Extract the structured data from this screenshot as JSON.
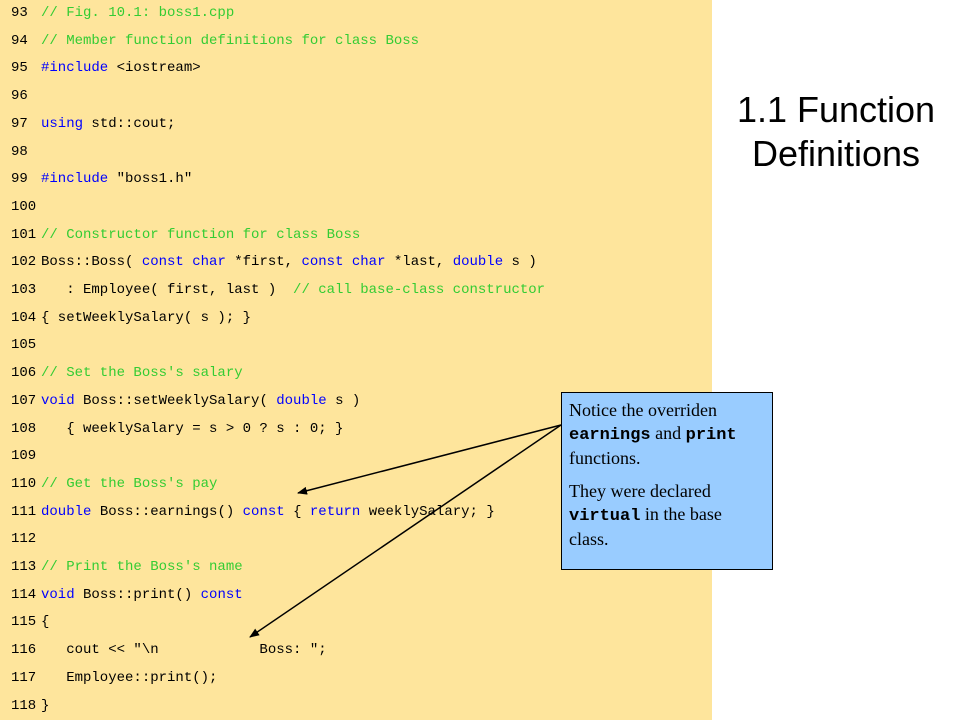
{
  "slide_title": {
    "line1": "1.1 Function",
    "line2": "Definitions"
  },
  "code_lines": [
    {
      "n": "93",
      "t": [
        {
          "s": "// Fig. 10.1: boss1.cpp",
          "c": "comment"
        }
      ]
    },
    {
      "n": "94",
      "t": [
        {
          "s": "// Member function definitions for class Boss",
          "c": "comment"
        }
      ]
    },
    {
      "n": "95",
      "t": [
        {
          "s": "#include",
          "c": "keyword"
        },
        {
          "s": " <iostream>",
          "c": "plain"
        }
      ]
    },
    {
      "n": "96",
      "t": []
    },
    {
      "n": "97",
      "t": [
        {
          "s": "using",
          "c": "keyword"
        },
        {
          "s": " std::cout;",
          "c": "plain"
        }
      ]
    },
    {
      "n": "98",
      "t": []
    },
    {
      "n": "99",
      "t": [
        {
          "s": "#include",
          "c": "keyword"
        },
        {
          "s": " \"boss1.h\"",
          "c": "plain"
        }
      ]
    },
    {
      "n": "100",
      "t": []
    },
    {
      "n": "101",
      "t": [
        {
          "s": "// Constructor function for class Boss",
          "c": "comment"
        }
      ]
    },
    {
      "n": "102",
      "t": [
        {
          "s": "Boss::Boss( ",
          "c": "plain"
        },
        {
          "s": "const char",
          "c": "keyword"
        },
        {
          "s": " *first, ",
          "c": "plain"
        },
        {
          "s": "const char",
          "c": "keyword"
        },
        {
          "s": " *last, ",
          "c": "plain"
        },
        {
          "s": "double",
          "c": "keyword"
        },
        {
          "s": " s )",
          "c": "plain"
        }
      ]
    },
    {
      "n": "103",
      "t": [
        {
          "s": "   : Employee( first, last )  ",
          "c": "plain"
        },
        {
          "s": "// call base-class constructor",
          "c": "comment"
        }
      ]
    },
    {
      "n": "104",
      "t": [
        {
          "s": "{ setWeeklySalary( s ); }",
          "c": "plain"
        }
      ]
    },
    {
      "n": "105",
      "t": []
    },
    {
      "n": "106",
      "t": [
        {
          "s": "// Set the Boss's salary",
          "c": "comment"
        }
      ]
    },
    {
      "n": "107",
      "t": [
        {
          "s": "void",
          "c": "keyword"
        },
        {
          "s": " Boss::setWeeklySalary( ",
          "c": "plain"
        },
        {
          "s": "double",
          "c": "keyword"
        },
        {
          "s": " s )",
          "c": "plain"
        }
      ]
    },
    {
      "n": "108",
      "t": [
        {
          "s": "   { weeklySalary = s > 0 ? s : 0; }",
          "c": "plain"
        }
      ]
    },
    {
      "n": "109",
      "t": []
    },
    {
      "n": "110",
      "t": [
        {
          "s": "// Get the Boss's pay",
          "c": "comment"
        }
      ]
    },
    {
      "n": "111",
      "t": [
        {
          "s": "double",
          "c": "keyword"
        },
        {
          "s": " Boss::earnings() ",
          "c": "plain"
        },
        {
          "s": "const",
          "c": "keyword"
        },
        {
          "s": " { ",
          "c": "plain"
        },
        {
          "s": "return",
          "c": "keyword"
        },
        {
          "s": " weeklySalary; }",
          "c": "plain"
        }
      ]
    },
    {
      "n": "112",
      "t": []
    },
    {
      "n": "113",
      "t": [
        {
          "s": "// Print the Boss's name",
          "c": "comment"
        }
      ]
    },
    {
      "n": "114",
      "t": [
        {
          "s": "void",
          "c": "keyword"
        },
        {
          "s": " Boss::print() ",
          "c": "plain"
        },
        {
          "s": "const",
          "c": "keyword"
        }
      ]
    },
    {
      "n": "115",
      "t": [
        {
          "s": "{",
          "c": "plain"
        }
      ]
    },
    {
      "n": "116",
      "t": [
        {
          "s": "   cout << \"\\n            Boss: \";",
          "c": "plain"
        }
      ]
    },
    {
      "n": "117",
      "t": [
        {
          "s": "   Employee::print();",
          "c": "plain"
        }
      ]
    },
    {
      "n": "118",
      "t": [
        {
          "s": "}",
          "c": "plain"
        }
      ]
    }
  ],
  "callout": {
    "p1_a": "Notice the overriden ",
    "p1_code1": "earnings",
    "p1_b": " and ",
    "p1_code2": "print",
    "p1_c": " functions.",
    "p2_a": "They were declared ",
    "p2_code": "virtual",
    "p2_b": " in the base class."
  },
  "colors": {
    "code_background": "#fee59c",
    "comment": "#33cc33",
    "keyword": "#0000ff",
    "plain": "#000000",
    "callout_background": "#99ccff"
  }
}
